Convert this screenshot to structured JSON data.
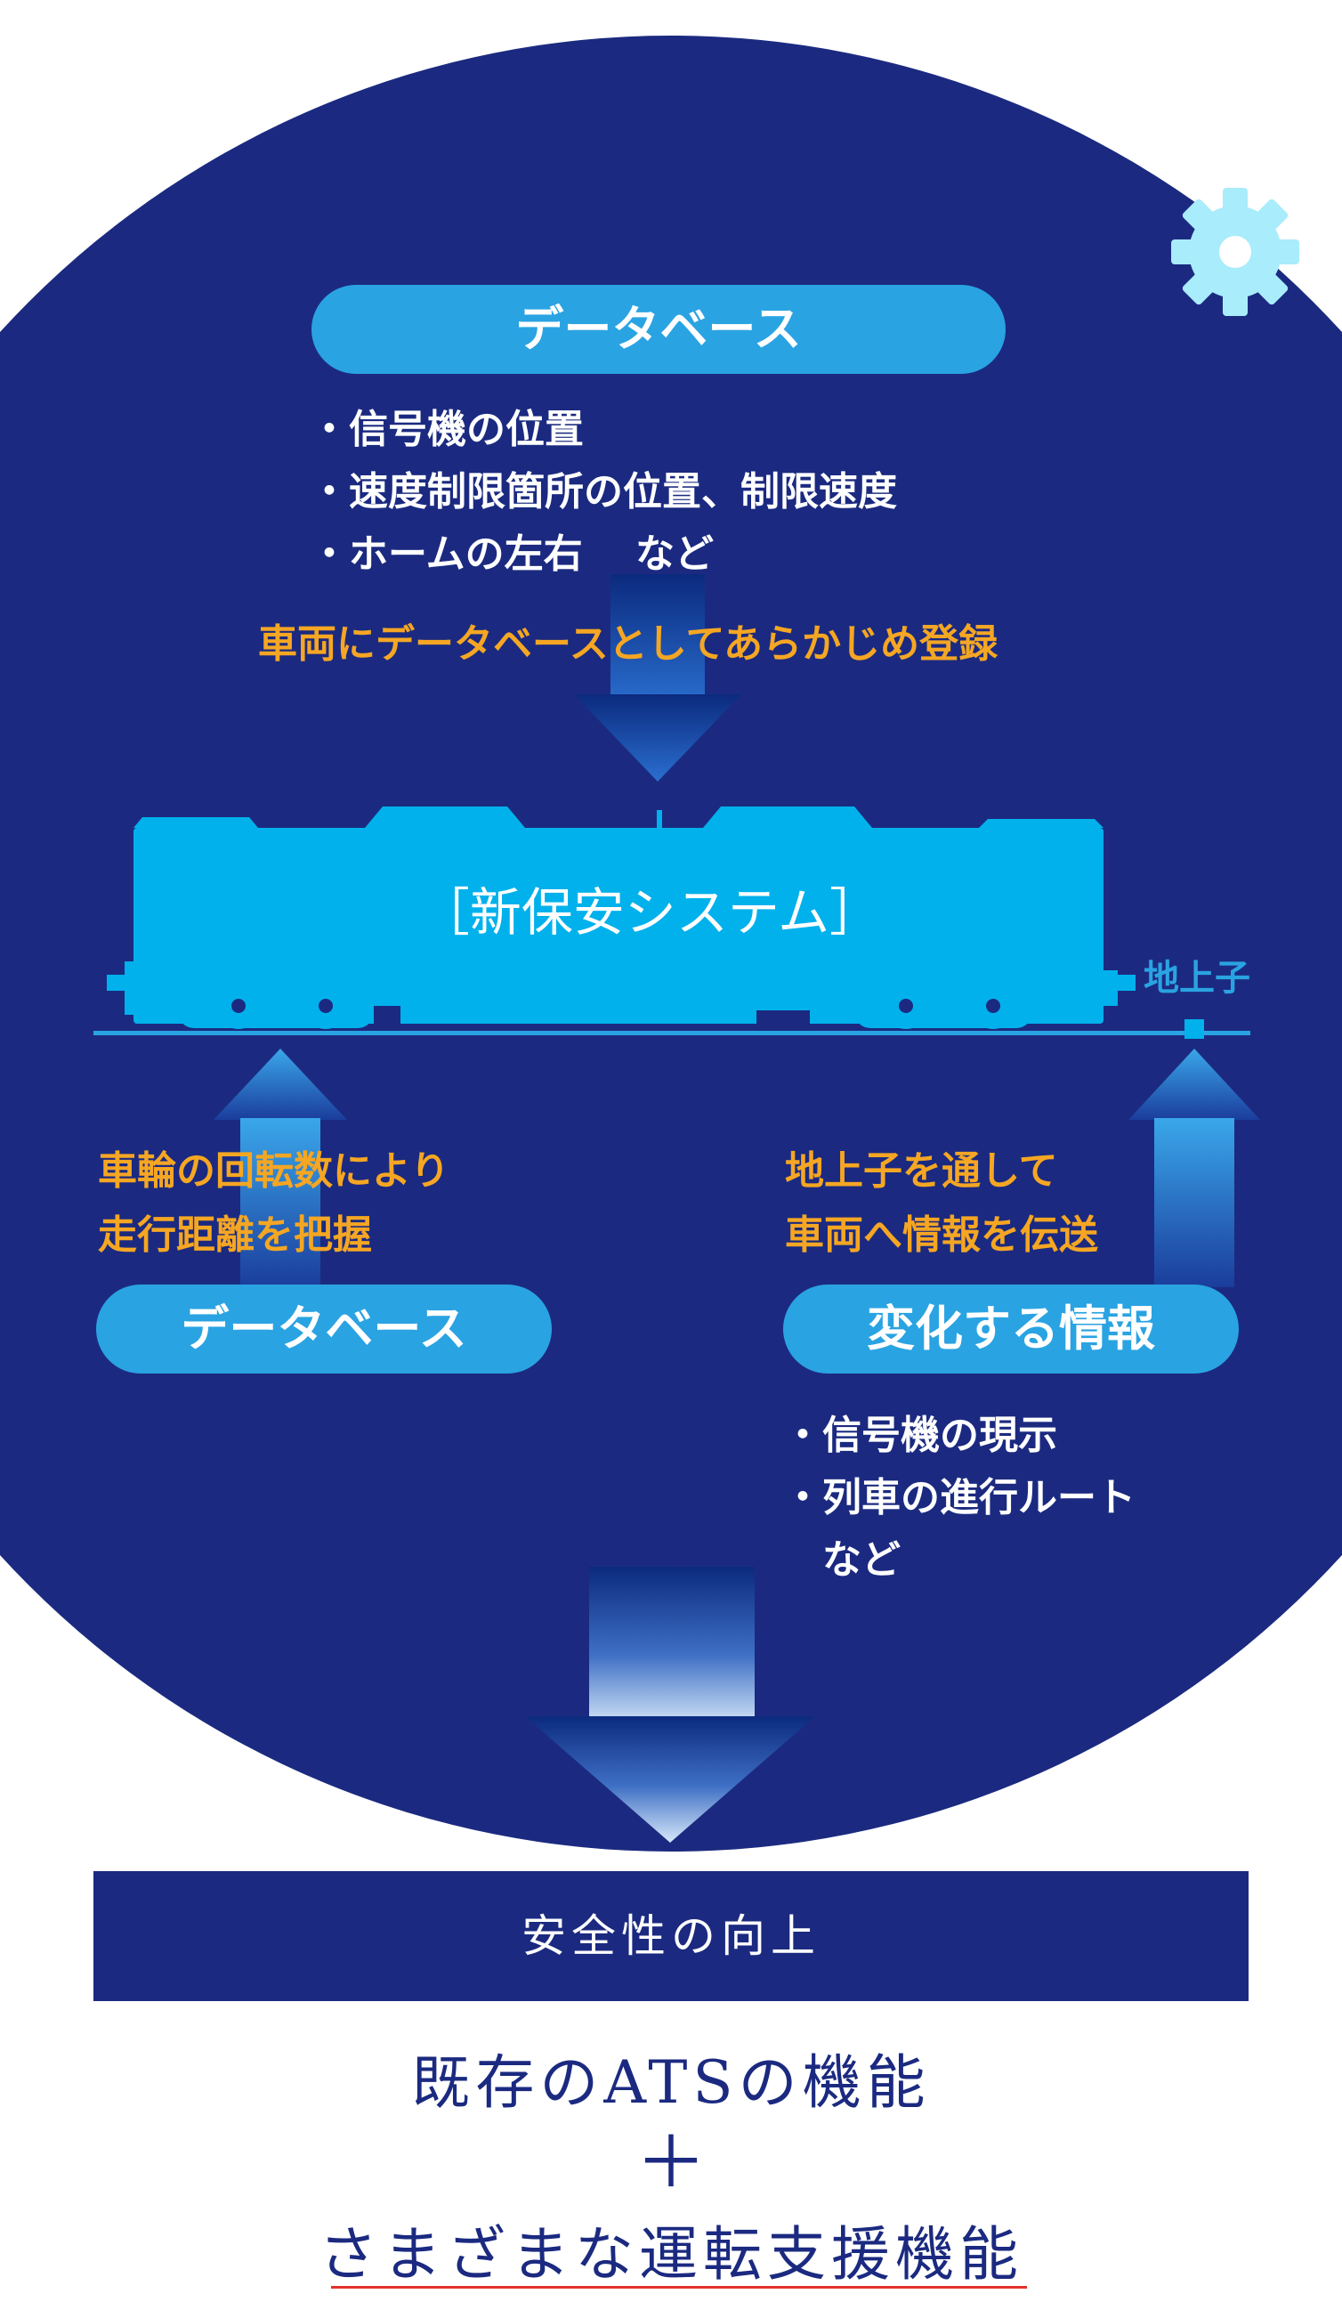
{
  "db_top": {
    "title": "データベース",
    "items": [
      "・信号機の位置",
      "・速度制限箇所の位置、制限速度",
      "・ホームの左右　 など"
    ]
  },
  "register_caption": "車両にデータベースとしてあらかじめ登録",
  "train_label": "［新保安システム］",
  "ground_unit_label": "地上子",
  "wheel_caption": [
    "車輪の回転数により",
    "走行距離を把握"
  ],
  "ground_caption": [
    "地上子を通して",
    "車両へ情報を伝送"
  ],
  "db_left": {
    "title": "データベース"
  },
  "changing_info": {
    "title": "変化する情報",
    "items": [
      "・信号機の現示",
      "・列車の進行ルート",
      "　など"
    ]
  },
  "result": {
    "banner": "安全性の向上",
    "existing": "既存のATSの機能",
    "plus": "＋",
    "support": "さまざまな運転支援機能"
  },
  "colors": {
    "circle": "#1b2a80",
    "pill": "#2aa3e2",
    "train": "#00b1ec",
    "caption": "#f5a623",
    "gear": "#a9ecfb",
    "underline": "#e3322b"
  },
  "icons": [
    "gear-icon",
    "down-arrow-icon",
    "up-arrow-icon",
    "train-icon"
  ]
}
